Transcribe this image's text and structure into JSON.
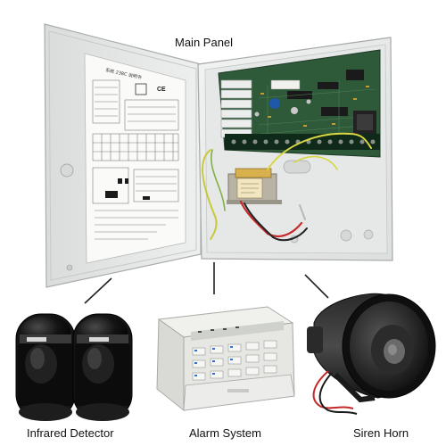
{
  "labels": {
    "main_panel": "Main Panel",
    "infrared_detector": "Infrared Detector",
    "alarm_system": "Alarm System",
    "siren_horn": "Siren Horn"
  },
  "door_sheet": {
    "title": "系统 238C 说明书",
    "mark": "CE"
  },
  "colors": {
    "cabinet": "#e9ebea",
    "pcb": "#2f5a3a",
    "detector": "#111111",
    "siren": "#1a1a1a",
    "keypad": "#e6e6e2"
  }
}
